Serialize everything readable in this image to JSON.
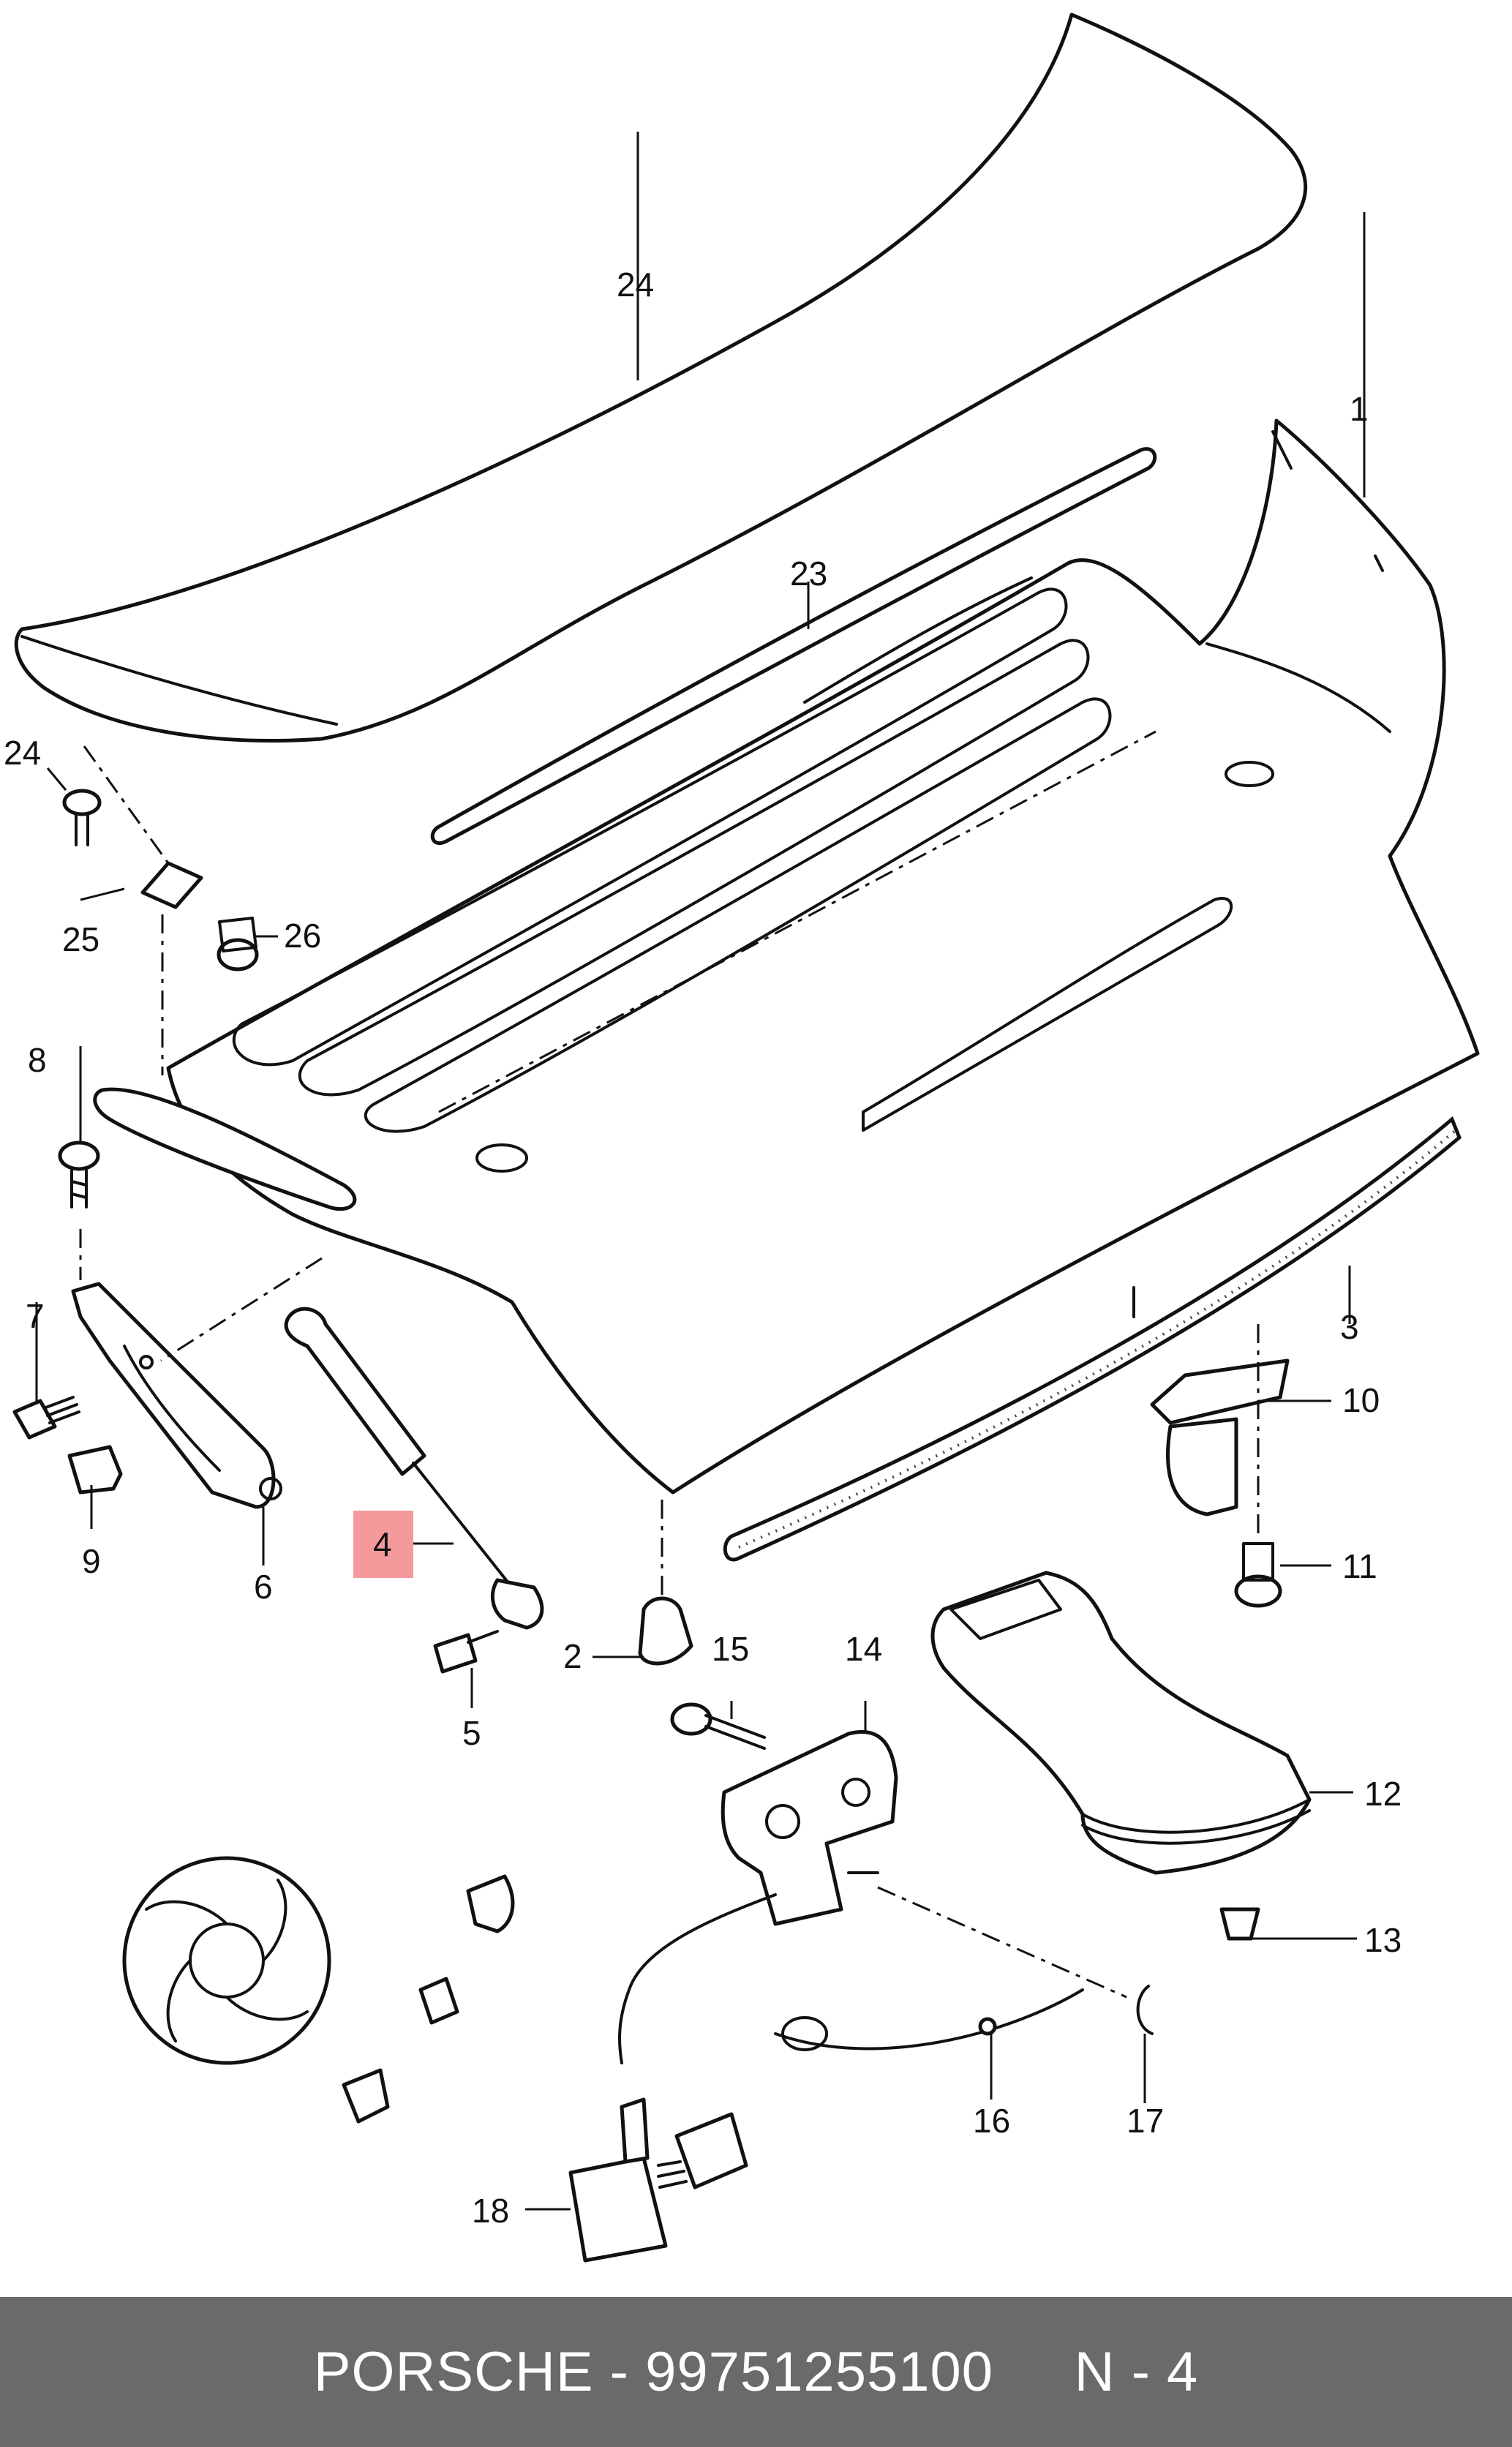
{
  "diagram": {
    "callouts": {
      "c1": "1",
      "c2": "2",
      "c3": "3",
      "c4": "4",
      "c5": "5",
      "c6": "6",
      "c7": "7",
      "c8": "8",
      "c9": "9",
      "c10": "10",
      "c11": "11",
      "c12": "12",
      "c13": "13",
      "c14": "14",
      "c15": "15",
      "c16": "16",
      "c17": "17",
      "c18": "18",
      "c23": "23",
      "c24a": "24",
      "c24b": "24",
      "c25": "25",
      "c26": "26"
    },
    "highlighted_callout": "4",
    "highlight_color": "#f49a9d"
  },
  "footer": {
    "text": "PORSCHE - 99751255100     N - 4",
    "background": "#6a6a6a"
  }
}
